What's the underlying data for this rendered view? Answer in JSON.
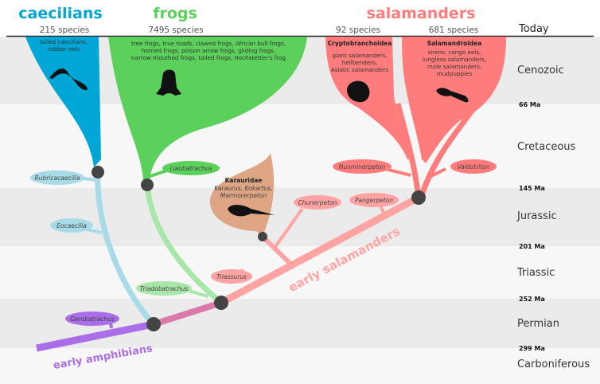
{
  "groups": {
    "caecilians": {
      "title": "caecilians",
      "count": "215 species",
      "desc": [
        "tailed caecilians,",
        "rubber eels"
      ],
      "color": "#00a6d6"
    },
    "frogs": {
      "title": "frogs",
      "count": "7495 species",
      "desc": [
        "tree frogs, true toads, clawed frogs, African bull frogs,",
        "horned frogs, poison arrow frogs, gliding frogs,",
        "narrow mouthed frogs, tailed frogs, Hochstetter's frog"
      ],
      "color": "#5bd05b"
    },
    "salamanders": {
      "title": "salamanders",
      "color": "#ff7c7c",
      "crypto": {
        "count": "92 species",
        "name": "Cryptobranchoidea",
        "desc": [
          "giant salamanders,",
          "hellbenders,",
          "Asiatic salamanders"
        ]
      },
      "salamandro": {
        "count": "681 species",
        "name": "Salamandroidea",
        "desc": [
          "sirens, congo eels,",
          "lungless salamanders,",
          "mole salamanders,",
          "mudpuppies"
        ]
      }
    },
    "karauridae": {
      "name": "Karauridae",
      "desc": [
        "Karaurus, Kokartus,",
        "Marmorerpeton"
      ],
      "color": "#dea684"
    }
  },
  "timeline": {
    "today": "Today",
    "eras": [
      "Cenozoic",
      "Cretaceous",
      "Jurassic",
      "Triassic",
      "Permian",
      "Carboniferous"
    ],
    "boundaries": [
      "66 Ma",
      "145 Ma",
      "201 Ma",
      "252 Ma",
      "299 Ma"
    ]
  },
  "fossils": {
    "rubricacaecilia": "Rubricacaecilia",
    "eocaecilia": "Eocaecilia",
    "gerobatrachus": "Gerobatrachus",
    "liaobatrachus": "Liaobatrachus",
    "triadobatrachus": "Triadobatrachus",
    "triassurus": "Triassurus",
    "chunerpeton": "Chunerpeton",
    "pangerpeton": "Pangerpeton",
    "nuominerpeton": "Nuominerpeton",
    "valdotriton": "Valdotriton"
  },
  "lineages": {
    "early_amphibians": "early amphibians",
    "early_salamanders": "early salamanders"
  }
}
